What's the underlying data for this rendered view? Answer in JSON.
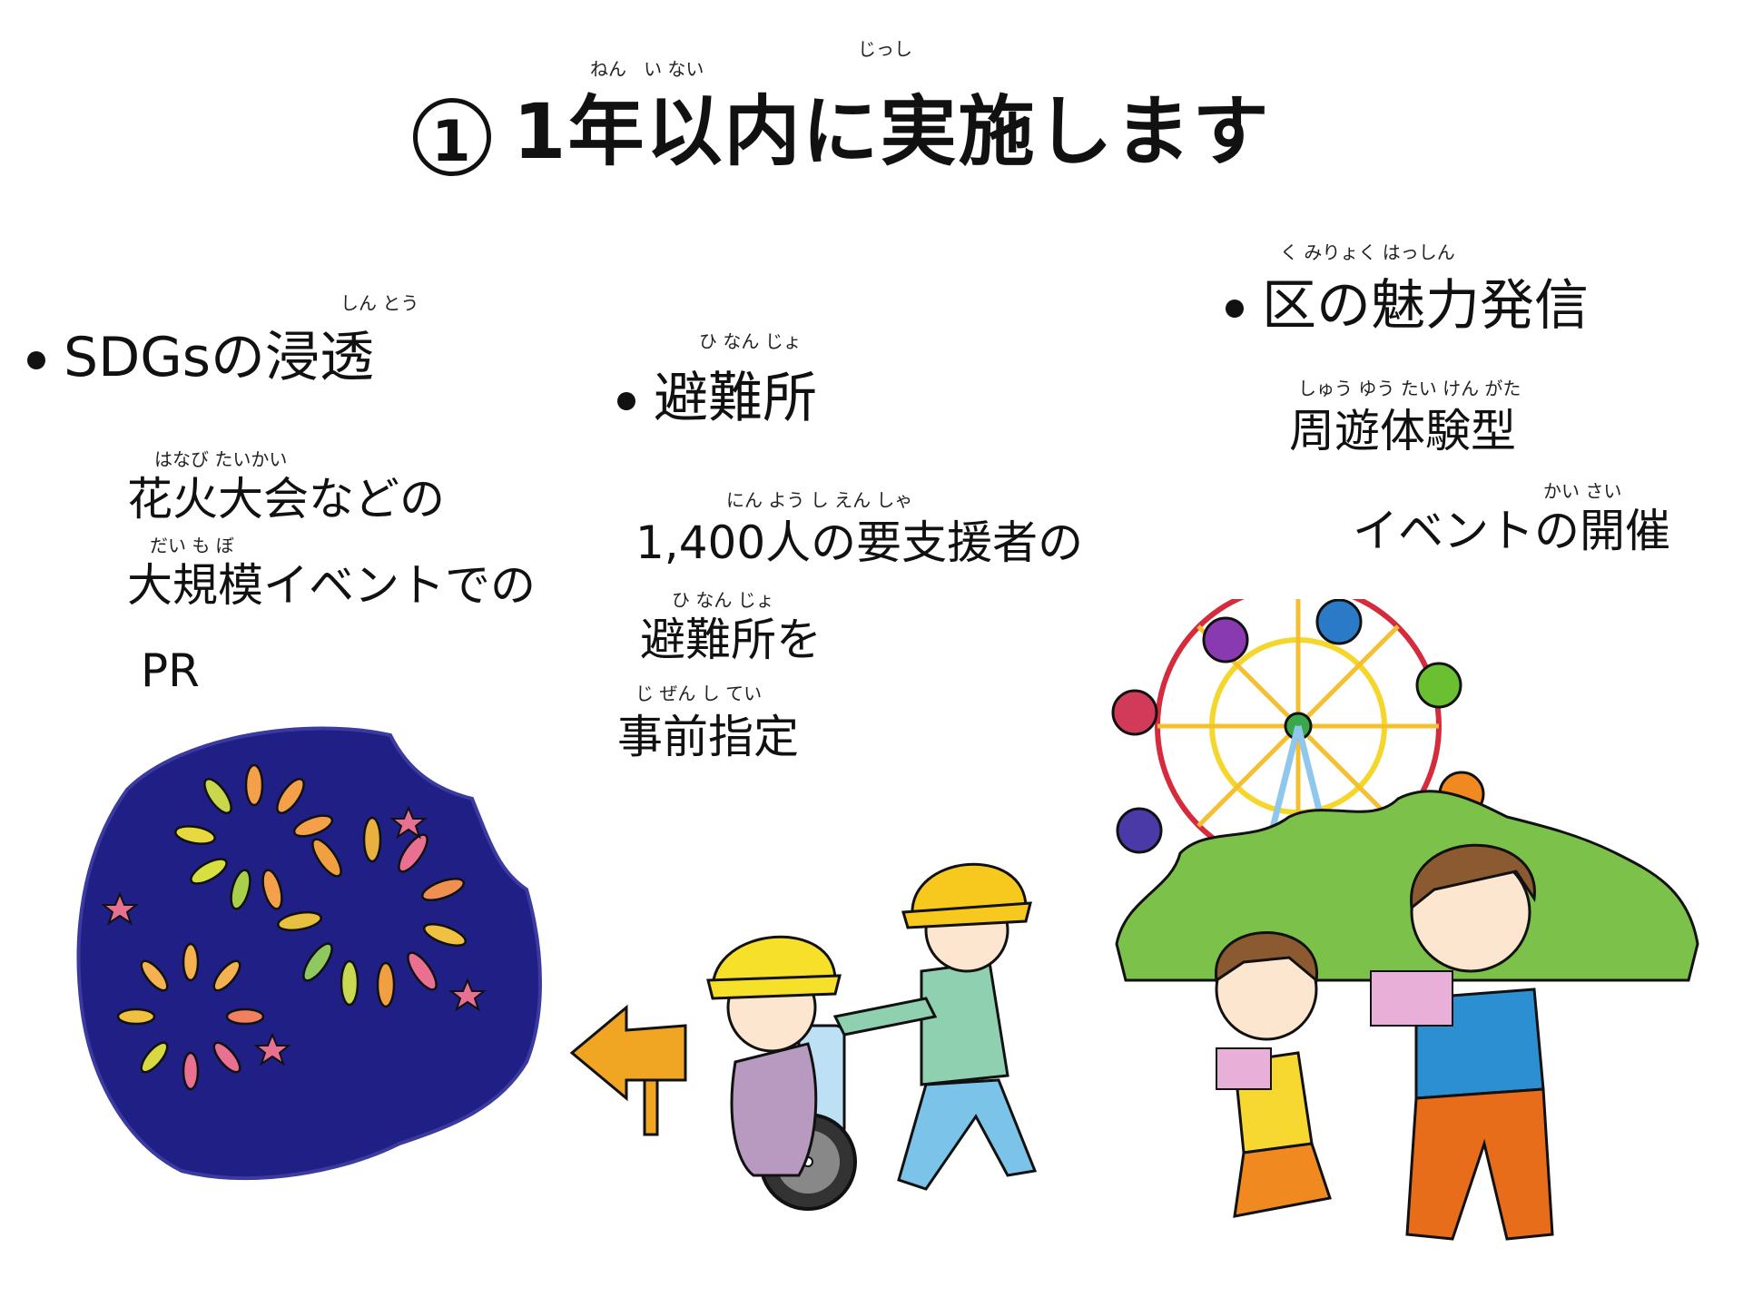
{
  "title": {
    "number": "1",
    "text": "1年以内に実施します",
    "ruby": {
      "nen": "ねん",
      "inai": "い ない",
      "jisshi": "じっし"
    }
  },
  "sections": [
    {
      "heading": "SDGsの浸透",
      "heading_ruby": "しん とう",
      "lines": [
        "花火大会などの",
        "大規模イベントでの",
        "PR"
      ],
      "lines_ruby": [
        "はなび たいかい",
        "だい も ぼ",
        ""
      ],
      "illustration": "fireworks-night-sky"
    },
    {
      "heading": "避難所",
      "heading_ruby": "ひ なん じょ",
      "lines": [
        "1,400人の要支援者の",
        "避難所を",
        "事前指定"
      ],
      "lines_ruby": [
        "にん よう し えん しゃ",
        "ひ なん じょ",
        "じ ぜん し てい"
      ],
      "illustration": "evacuation-wheelchair-helmet"
    },
    {
      "heading": "区の魅力発信",
      "heading_ruby": "く みりょく はっしん",
      "lines": [
        "周遊体験型",
        "イベントの開催"
      ],
      "lines_ruby": [
        "しゅう ゆう たい けん がた",
        "かい さい"
      ],
      "illustration": "ferris-wheel-family-map"
    }
  ],
  "colors": {
    "night_sky": "#1f1f85",
    "helmet": "#f7e02a",
    "arrow": "#f0a623",
    "bush": "#7cc24a",
    "wheel_rim": "#d62b3c",
    "shirt_blue": "#2b8fd1",
    "pants_orange": "#e86d1a"
  }
}
